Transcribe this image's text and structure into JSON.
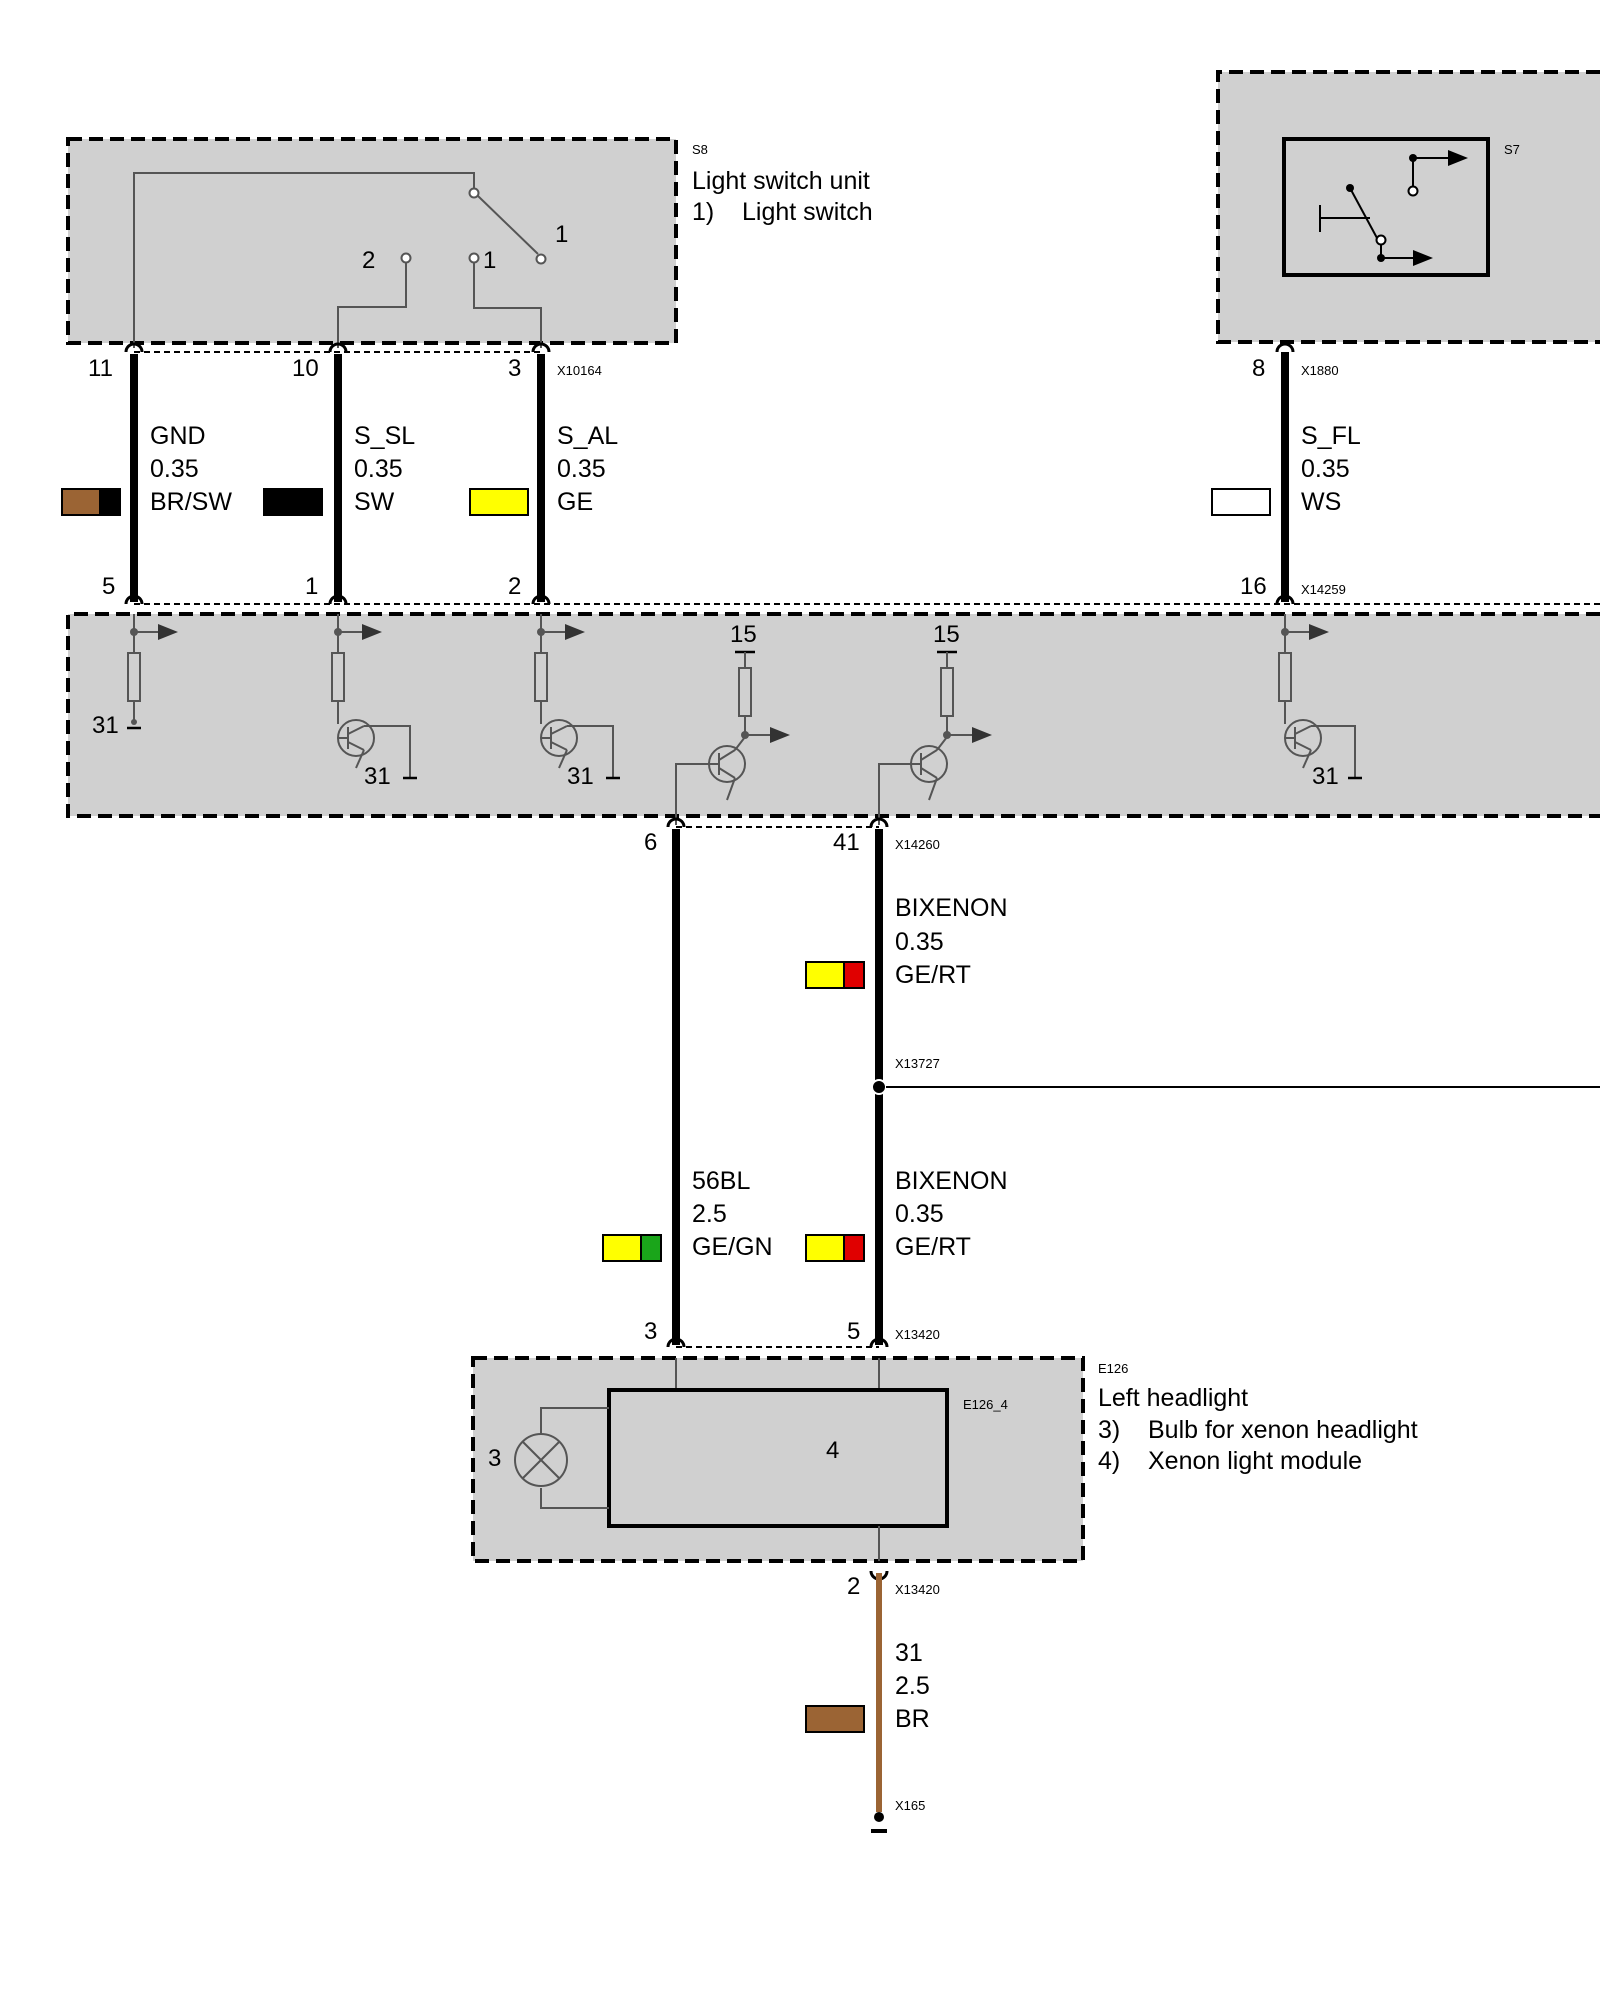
{
  "s8": {
    "id": "S8",
    "title": "Light switch unit",
    "item_index": "1)",
    "item_text": "Light switch",
    "contact_1": "1",
    "contact_2": "2",
    "contact_1b": "1"
  },
  "s7": {
    "id": "S7"
  },
  "connectors": {
    "x10164": "X10164",
    "x1880": "X1880",
    "x14259": "X14259",
    "x14260": "X14260",
    "x13727": "X13727",
    "x13420_top": "X13420",
    "x13420_bottom": "X13420",
    "x165": "X165"
  },
  "wires": {
    "gnd": {
      "pin_top": "11",
      "pin_bottom": "5",
      "name": "GND",
      "gauge": "0.35",
      "color": "BR/SW",
      "hex_a": "#9b6434",
      "hex_b": "#000000"
    },
    "s_sl": {
      "pin_top": "10",
      "pin_bottom": "1",
      "name": "S_SL",
      "gauge": "0.35",
      "color": "SW",
      "hex_a": "#000000"
    },
    "s_al": {
      "pin_top": "3",
      "pin_bottom": "2",
      "name": "S_AL",
      "gauge": "0.35",
      "color": "GE",
      "hex_a": "#ffff00"
    },
    "s_fl": {
      "pin_top": "8",
      "pin_bottom": "16",
      "name": "S_FL",
      "gauge": "0.35",
      "color": "WS",
      "hex_a": "#ffffff"
    },
    "bixenon_upper": {
      "pin_top": "41",
      "name": "BIXENON",
      "gauge": "0.35",
      "color": "GE/RT",
      "hex_a": "#ffff00",
      "hex_b": "#e00000"
    },
    "bixenon_lower": {
      "pin_bottom": "5",
      "name": "BIXENON",
      "gauge": "0.35",
      "color": "GE/RT",
      "hex_a": "#ffff00",
      "hex_b": "#e00000"
    },
    "w56bl": {
      "pin_top": "6",
      "pin_bottom": "3",
      "name": "56BL",
      "gauge": "2.5",
      "color": "GE/GN",
      "hex_a": "#ffff00",
      "hex_b": "#1aa51a"
    },
    "ground": {
      "pin_top": "2",
      "name": "31",
      "gauge": "2.5",
      "color": "BR",
      "hex_a": "#9b6434"
    }
  },
  "module": {
    "ground_31_a": "31",
    "ground_31_b": "31",
    "ground_31_c": "31",
    "ground_31_d": "31",
    "supply_15_a": "15",
    "supply_15_b": "15"
  },
  "e126": {
    "id": "E126",
    "title": "Left headlight",
    "item3_index": "3)",
    "item3_text": "Bulb for xenon headlight",
    "item4_index": "4)",
    "item4_text": "Xenon light module",
    "sub_id": "E126_4",
    "bulb_label": "3",
    "module_label": "4"
  }
}
